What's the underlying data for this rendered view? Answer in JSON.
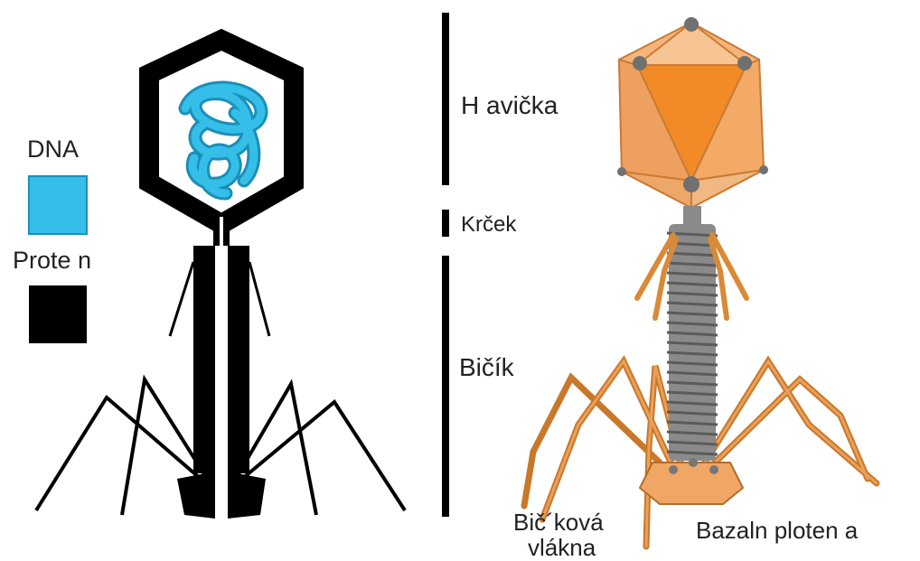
{
  "legend": {
    "items": [
      {
        "label": "DNA",
        "color": "#35bfe8"
      },
      {
        "label": "Prote n",
        "color": "#000000"
      }
    ]
  },
  "parts": {
    "head": "H avička",
    "neck": "Krček",
    "tail": "Bičík",
    "fibers_line1": "Bič´ková",
    "fibers_line2": "vlákna",
    "baseplate": "Bazaln  ploten a"
  },
  "colors": {
    "dna": "#35bfe8",
    "protein": "#000000",
    "capsid": "#f29a3e",
    "sheath": "#8a8a8a",
    "fiber": "#e08a2c"
  }
}
